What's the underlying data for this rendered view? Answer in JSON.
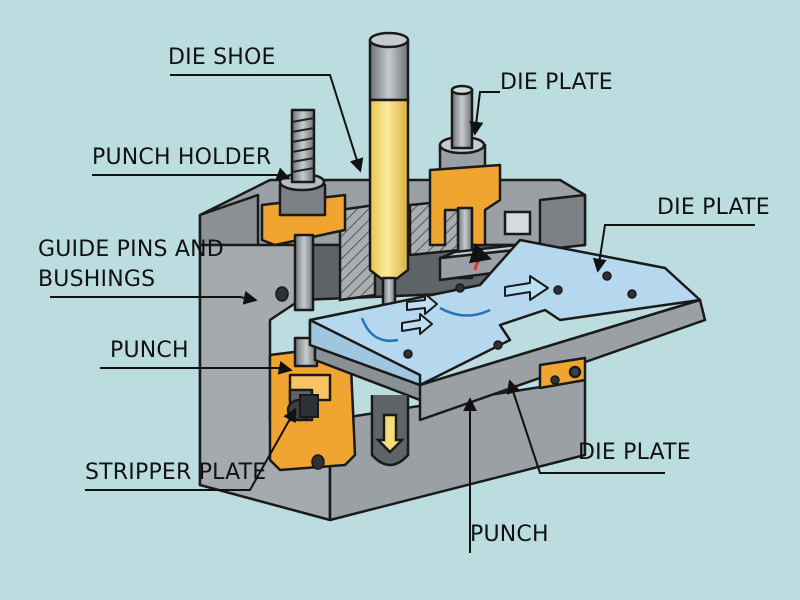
{
  "labels": {
    "die_shoe": "DIE SHOE",
    "die_plate_top": "DIE PLATE",
    "punch_holder": "PUNCH HOLDER",
    "die_plate_right": "DIE PLATE",
    "guide_pins_line1": "GUIDE PINS AND",
    "guide_pins_line2": "BUSHINGS",
    "punch_left": "PUNCH",
    "stripper_plate": "STRIPPER PLATE",
    "die_plate_bottom": "DIE PLATE",
    "punch_bottom": "PUNCH"
  },
  "colors": {
    "background": "#bcdde0",
    "steel_dark": "#7c8185",
    "steel_mid": "#9aa0a4",
    "steel_light": "#bfc3c6",
    "brass": "#f0a530",
    "punch_yellow": "#f5dc7a",
    "sheet_blue": "#b5d8ee",
    "flow_arrow": "#2a73b8",
    "accent_red": "#d9332b",
    "outline": "#1a1a1a"
  },
  "icons": {
    "flow_arrows": "flow-arrow-icon",
    "bend_arrow": "curved-arrow-icon",
    "down_arrow": "down-arrow-icon"
  }
}
